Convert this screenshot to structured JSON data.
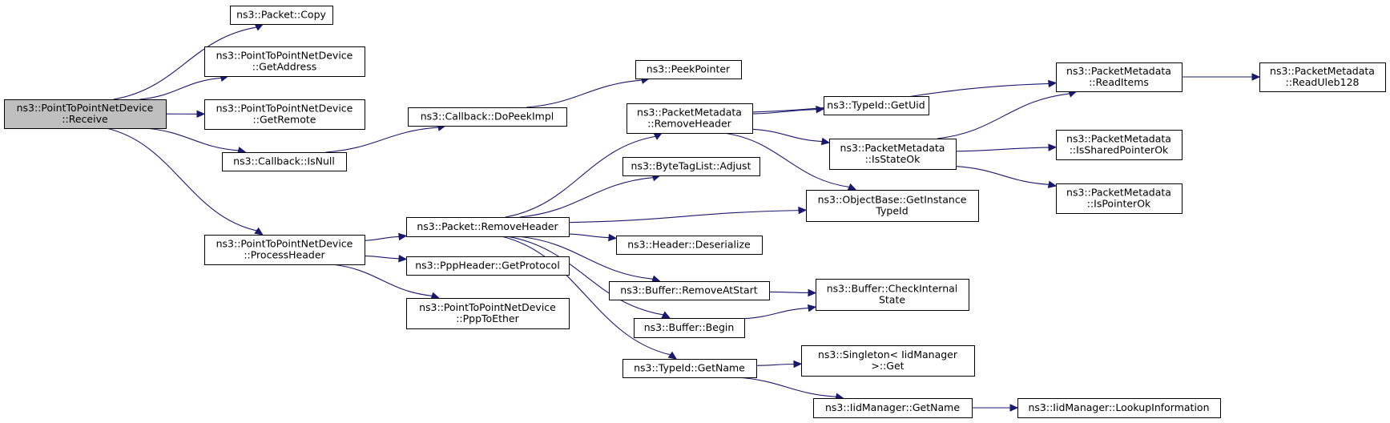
{
  "nodes": [
    {
      "id": "receive",
      "lines": [
        "ns3::PointToPointNetDevice",
        "::Receive"
      ],
      "root": true
    },
    {
      "id": "copy",
      "lines": [
        "ns3::Packet::Copy"
      ]
    },
    {
      "id": "getaddress",
      "lines": [
        "ns3::PointToPointNetDevice",
        "::GetAddress"
      ]
    },
    {
      "id": "getremote",
      "lines": [
        "ns3::PointToPointNetDevice",
        "::GetRemote"
      ]
    },
    {
      "id": "isnull",
      "lines": [
        "ns3::Callback::IsNull"
      ]
    },
    {
      "id": "processheader",
      "lines": [
        "ns3::PointToPointNetDevice",
        "::ProcessHeader"
      ]
    },
    {
      "id": "dopeekimpl",
      "lines": [
        "ns3::Callback::DoPeekImpl"
      ]
    },
    {
      "id": "peekpointer",
      "lines": [
        "ns3::PeekPointer"
      ]
    },
    {
      "id": "removeheader",
      "lines": [
        "ns3::Packet::RemoveHeader"
      ]
    },
    {
      "id": "getprotocol",
      "lines": [
        "ns3::PppHeader::GetProtocol"
      ]
    },
    {
      "id": "ppptoether",
      "lines": [
        "ns3::PointToPointNetDevice",
        "::PppToEther"
      ]
    },
    {
      "id": "pm_removeheader",
      "lines": [
        "ns3::PacketMetadata",
        "::RemoveHeader"
      ]
    },
    {
      "id": "adjust",
      "lines": [
        "ns3::ByteTagList::Adjust"
      ]
    },
    {
      "id": "deserialize",
      "lines": [
        "ns3::Header::Deserialize"
      ]
    },
    {
      "id": "removeatstart",
      "lines": [
        "ns3::Buffer::RemoveAtStart"
      ]
    },
    {
      "id": "begin",
      "lines": [
        "ns3::Buffer::Begin"
      ]
    },
    {
      "id": "typeid_getname",
      "lines": [
        "ns3::TypeId::GetName"
      ]
    },
    {
      "id": "getuid",
      "lines": [
        "ns3::TypeId::GetUid"
      ]
    },
    {
      "id": "isstateok",
      "lines": [
        "ns3::PacketMetadata",
        "::IsStateOk"
      ]
    },
    {
      "id": "getinstancetypeid",
      "lines": [
        "ns3::ObjectBase::GetInstance",
        "TypeId"
      ]
    },
    {
      "id": "checkinternalstate",
      "lines": [
        "ns3::Buffer::CheckInternal",
        "State"
      ]
    },
    {
      "id": "singleton_get",
      "lines": [
        "ns3::Singleton< IidManager",
        ">::Get"
      ]
    },
    {
      "id": "iid_getname",
      "lines": [
        "ns3::IidManager::GetName"
      ]
    },
    {
      "id": "readitems",
      "lines": [
        "ns3::PacketMetadata",
        "::ReadItems"
      ]
    },
    {
      "id": "issharedpointerok",
      "lines": [
        "ns3::PacketMetadata",
        "::IsSharedPointerOk"
      ]
    },
    {
      "id": "ispointerok",
      "lines": [
        "ns3::PacketMetadata",
        "::IsPointerOk"
      ]
    },
    {
      "id": "lookupinformation",
      "lines": [
        "ns3::IidManager::LookupInformation"
      ]
    },
    {
      "id": "readuleb128",
      "lines": [
        "ns3::PacketMetadata",
        "::ReadUleb128"
      ]
    }
  ],
  "edges": [
    [
      "receive",
      "copy"
    ],
    [
      "receive",
      "getaddress"
    ],
    [
      "receive",
      "getremote"
    ],
    [
      "receive",
      "isnull"
    ],
    [
      "receive",
      "processheader"
    ],
    [
      "isnull",
      "dopeekimpl"
    ],
    [
      "dopeekimpl",
      "peekpointer"
    ],
    [
      "processheader",
      "removeheader"
    ],
    [
      "processheader",
      "getprotocol"
    ],
    [
      "processheader",
      "ppptoether"
    ],
    [
      "removeheader",
      "pm_removeheader"
    ],
    [
      "removeheader",
      "adjust"
    ],
    [
      "removeheader",
      "getinstancetypeid"
    ],
    [
      "removeheader",
      "deserialize"
    ],
    [
      "removeheader",
      "removeatstart"
    ],
    [
      "removeheader",
      "begin"
    ],
    [
      "removeheader",
      "typeid_getname"
    ],
    [
      "pm_removeheader",
      "readitems"
    ],
    [
      "pm_removeheader",
      "getuid"
    ],
    [
      "pm_removeheader",
      "isstateok"
    ],
    [
      "pm_removeheader",
      "getinstancetypeid"
    ],
    [
      "isstateok",
      "readitems"
    ],
    [
      "isstateok",
      "issharedpointerok"
    ],
    [
      "isstateok",
      "ispointerok"
    ],
    [
      "readitems",
      "readuleb128"
    ],
    [
      "removeatstart",
      "checkinternalstate"
    ],
    [
      "begin",
      "checkinternalstate"
    ],
    [
      "typeid_getname",
      "singleton_get"
    ],
    [
      "typeid_getname",
      "iid_getname"
    ],
    [
      "iid_getname",
      "lookupinformation"
    ]
  ],
  "colors": {
    "edge": "#191970",
    "root_fill": "#bfbfbf",
    "node_fill": "#ffffff",
    "node_stroke": "#000000"
  }
}
